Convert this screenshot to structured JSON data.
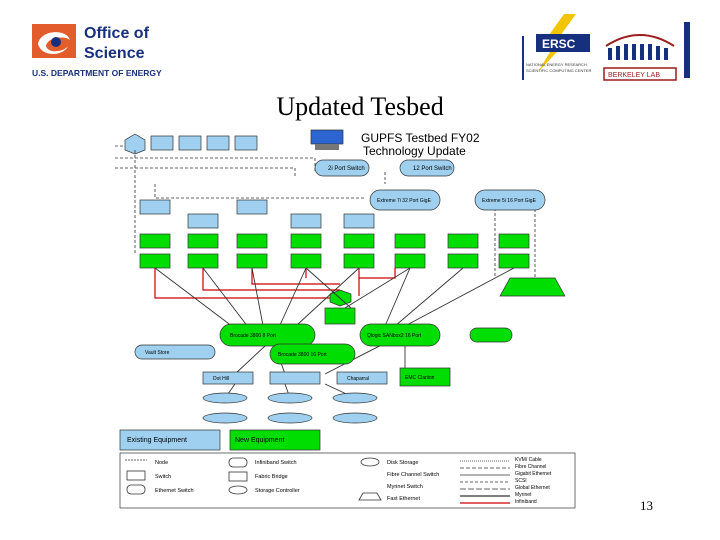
{
  "header": {
    "doe": {
      "line1": "Office of",
      "line2": "Science",
      "line3": "U.S. DEPARTMENT OF ENERGY"
    },
    "nersc": {
      "name": "ERSC",
      "subtitle1": "NATIONAL ENERGY RESEARCH",
      "subtitle2": "SCIENTIFIC COMPUTING CENTER"
    },
    "lbl": {
      "name": "BERKELEY LAB"
    }
  },
  "slide": {
    "title": "Updated Tesbed",
    "page_number": "13"
  },
  "diagram": {
    "title_line1": "GUPFS Testbed FY02",
    "title_line2": "Technology Update",
    "switch_a": "2i Port Switch",
    "switch_b": "12 Port Switch",
    "extreme_a": "Extreme 7i 32 Port GigE",
    "extreme_b": "Extreme 5i 16 Port GigE",
    "storage_box": "",
    "small_box": "",
    "brocade": "Brocade 3800 8 Port",
    "qlogic": "Qlogic SANbox2 16 Port",
    "brocade_b": "Brocade 3800 16 Port",
    "vault": "Vault Store",
    "dothill": "Dot Hill",
    "chaparral": "Chaparral",
    "emc": "EMC Clariion",
    "legend": {
      "existing": "Existing Equipment",
      "new": "New Equipment",
      "items_col1": [
        "Node",
        "Switch",
        "Ethernet Switch"
      ],
      "items_col2": [
        "Infiniband Switch",
        "Fabric Bridge",
        "Storage Controller"
      ],
      "items_col3": [
        "Disk Storage",
        "Fibre Channel Switch",
        "Myrinet Switch",
        "Fast Ethernet"
      ],
      "items_col4": [
        "KVM/ Cable",
        "Fibre Channel",
        "Gigabit Ethernet",
        "SCSI",
        "Global Ethernet",
        "Myrinet",
        "Infiniband"
      ]
    }
  },
  "colors": {
    "green": "#00dd00",
    "blue": "#9fd0ef",
    "red": "#cc0000",
    "dark": "#333333",
    "doe_orange": "#e35c2b",
    "doe_blue": "#17307d",
    "nersc_yellow": "#f2c500"
  }
}
